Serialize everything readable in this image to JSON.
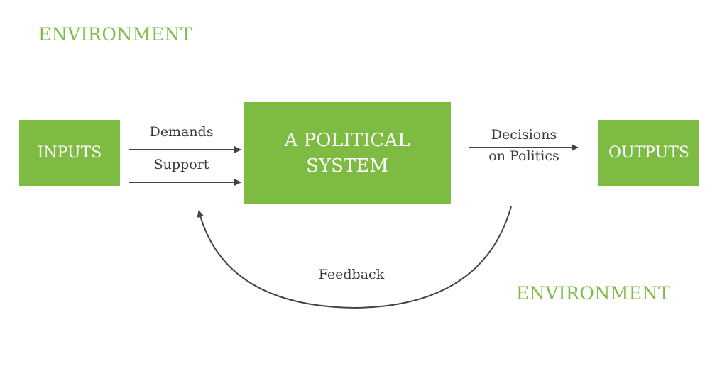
{
  "environment_top": "ENVIRONMENT",
  "environment_bottom": "ENVIRONMENT",
  "inputs_box": "INPUTS",
  "system_box": {
    "line1": "A POLITICAL",
    "line2": "SYSTEM"
  },
  "outputs_box": "OUTPUTS",
  "labels": {
    "demands": "Demands",
    "support": "Support",
    "decisions_line1": "Decisions",
    "decisions_line2": "on Politics",
    "feedback": "Feedback"
  },
  "colors": {
    "accent": "#7dbb42",
    "text": "#3a3a3a",
    "arrow": "#444444"
  }
}
